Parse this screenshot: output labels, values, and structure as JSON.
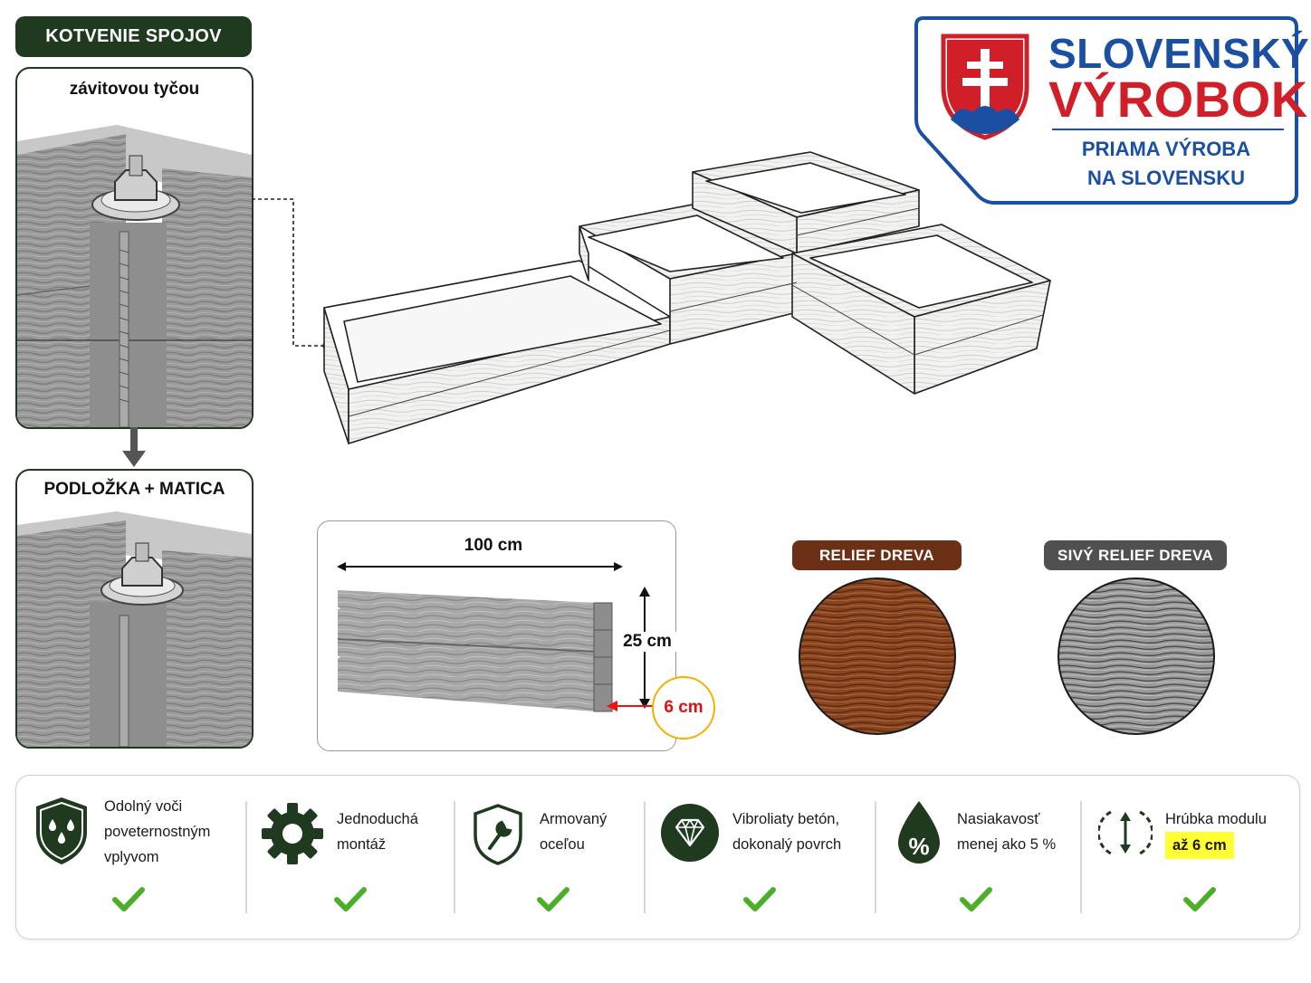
{
  "anchoring": {
    "header": "KOTVENIE SPOJOV",
    "panel1_title": "závitovou tyčou",
    "panel2_title": "PODLOŽKA + MATICA"
  },
  "badge": {
    "line1": "SLOVENSKÝ",
    "line2": "VÝROBOK",
    "line3": "PRIAMA VÝROBA",
    "line4": "NA SLOVENSKU",
    "brand_blue": "#1a4fa3",
    "brand_red": "#d11f2a"
  },
  "dimensions": {
    "length": "100 cm",
    "height": "25 cm",
    "thickness": "6 cm"
  },
  "finishes": [
    {
      "label": "RELIEF DREVA",
      "color": "#6b3015"
    },
    {
      "label": "SIVÝ RELIEF DREVA",
      "color": "#505050"
    }
  ],
  "features": [
    {
      "icon": "weather-shield-icon",
      "lines": [
        "Odolný voči",
        "poveternostným",
        "vplyvom"
      ]
    },
    {
      "icon": "gear-icon",
      "lines": [
        "Jednoduchá",
        "montáž"
      ]
    },
    {
      "icon": "wrench-shield-icon",
      "lines": [
        "Armovaný",
        "oceľou"
      ]
    },
    {
      "icon": "diamond-icon",
      "lines": [
        "Vibroliaty betón,",
        "dokonalý povrch"
      ]
    },
    {
      "icon": "water-drop-percent-icon",
      "lines": [
        "Nasiakavosť",
        "menej ako 5 %"
      ]
    },
    {
      "icon": "thickness-arrows-icon",
      "lines": [
        "Hrúbka modulu"
      ],
      "highlight": "až 6 cm"
    }
  ],
  "colors": {
    "dark_green": "#1f3a1f",
    "check_green": "#4caf2a",
    "highlight_yellow": "#ffff33"
  }
}
